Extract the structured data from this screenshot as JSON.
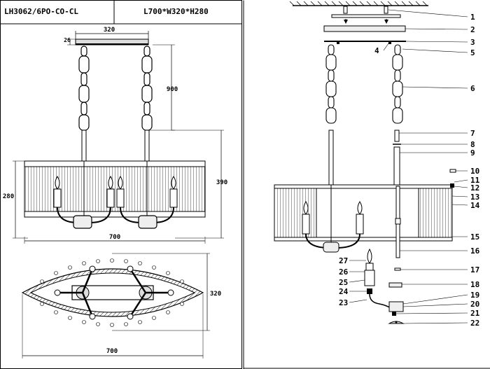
{
  "header": {
    "model": "LH3062/6PO-CO-CL",
    "size": "L700*W320*H280"
  },
  "dimensions": {
    "top_width": "320",
    "top_height": "26",
    "chain_length": "900",
    "total_drop": "390",
    "body_height": "280",
    "body_length": "700",
    "plan_length": "700",
    "plan_width": "320"
  },
  "parts": [
    "1",
    "2",
    "3",
    "4",
    "5",
    "6",
    "7",
    "8",
    "9",
    "10",
    "11",
    "12",
    "13",
    "14",
    "15",
    "16",
    "17",
    "18",
    "19",
    "20",
    "21",
    "22",
    "23",
    "24",
    "25",
    "26",
    "27"
  ]
}
